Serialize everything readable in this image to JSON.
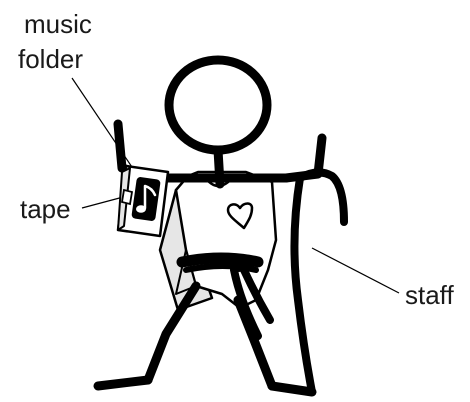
{
  "labels": {
    "music_line1": "music",
    "music_line2": "folder",
    "tape": "tape",
    "staff": "staff"
  },
  "colors": {
    "ink": "#000000",
    "paper": "#ffffff",
    "fabric_shade": "#e6e6e6",
    "label_text": "#1a1a1a"
  }
}
